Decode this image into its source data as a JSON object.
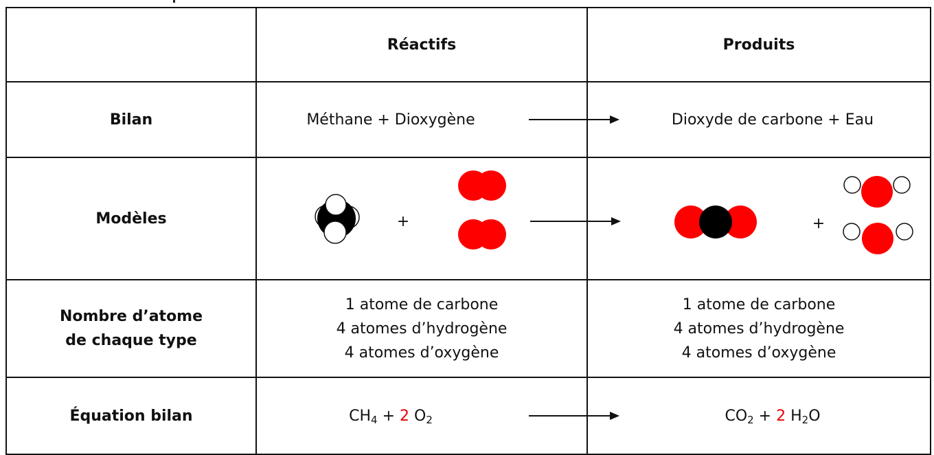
{
  "table": {
    "header": {
      "reactifs": "Réactifs",
      "produits": "Produits"
    },
    "rows": {
      "bilan": {
        "label": "Bilan",
        "reactifs": "Méthane + Dioxygène",
        "produits": "Dioxyde de carbone +  Eau"
      },
      "modeles": {
        "label": "Modèles",
        "plus": "+"
      },
      "nombre": {
        "label_line1": "Nombre d’atome",
        "label_line2": "de chaque type",
        "reactifs": [
          "1 atome de carbone",
          "4 atomes d’hydrogène",
          "4 atomes d’oxygène"
        ],
        "produits": [
          "1 atome de carbone",
          "4 atomes d’hydrogène",
          "4 atomes d’oxygène"
        ]
      },
      "equation": {
        "label": "Équation bilan",
        "reactifs": {
          "ch": "CH",
          "ch_sub": "4",
          "plus": " + ",
          "coef": "2",
          "o": " O",
          "o_sub": "2"
        },
        "produits": {
          "co": "CO",
          "co_sub": "2",
          "plus": " + ",
          "coef": "2",
          "h": " H",
          "h_sub": "2",
          "o": "O"
        }
      }
    }
  },
  "colors": {
    "oxygen": "#ff0000",
    "carbon": "#000000",
    "hydrogen": "#ffffff",
    "coefficient": "#e8000b"
  }
}
